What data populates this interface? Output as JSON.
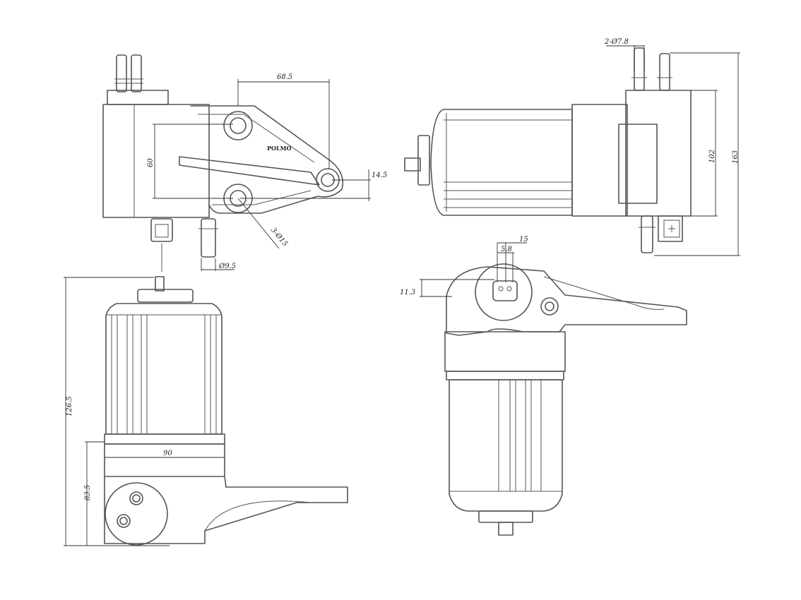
{
  "brand": "POLMO",
  "dimensions": {
    "d68_5": "68.5",
    "d60": "60",
    "d14_5": "14.5",
    "d3_15": "3-Ø15",
    "d9_5": "Ø9.5",
    "d2_7_8": "2-Ø7.8",
    "d102": "102",
    "d163": "163",
    "d15": "15",
    "d5_8": "5.8",
    "d11_3": "11.3",
    "d126_5": "126.5",
    "d90": "90",
    "d83_5": "83.5"
  },
  "colors": {
    "line": "#555555",
    "dimension": "#333333",
    "background": "#ffffff"
  }
}
